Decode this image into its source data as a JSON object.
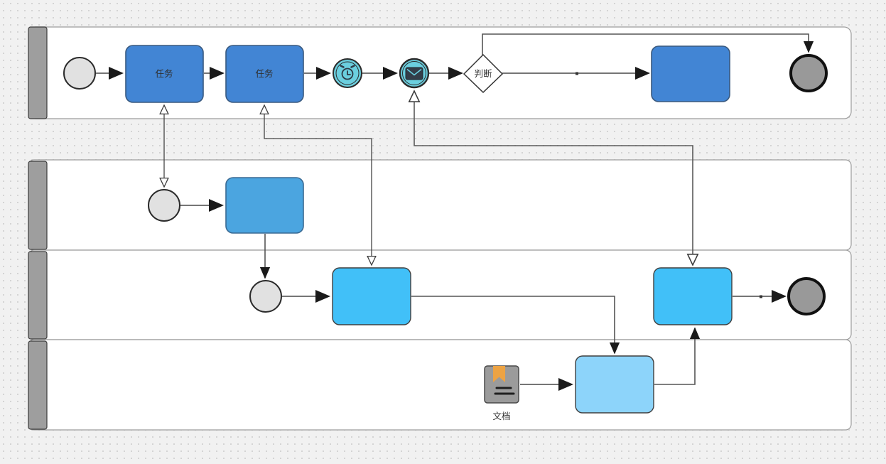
{
  "diagram": {
    "type": "bpmn-swimlane-flowchart",
    "lanes": [
      {
        "id": "lane-1",
        "label": ""
      },
      {
        "id": "lane-2",
        "label": ""
      },
      {
        "id": "lane-3",
        "label": ""
      },
      {
        "id": "lane-4",
        "label": ""
      }
    ],
    "nodes": {
      "task1_label": "任务",
      "task2_label": "任务",
      "gateway_label": "判断",
      "document_label": "文档"
    },
    "icons": [
      "start-event-icon",
      "timer-event-icon",
      "message-event-icon",
      "end-event-icon",
      "document-icon"
    ],
    "colors": {
      "task_blue": "#4285d4",
      "mid_blue": "#4ba5e0",
      "cyan_blue": "#41c0f8",
      "pale_blue": "#8dd4fa",
      "event_cyan": "#6bcfdf",
      "envelope_dark": "#333d49",
      "bookmark_orange": "#eda343",
      "doc_gray": "#9b9b9b",
      "lane_header_gray": "#9e9e9e",
      "lane_fill": "#ffffff",
      "start_fill": "#e1e1e1",
      "end_fill": "#999999",
      "line_gray": "#757575",
      "assoc_dark": "#444444"
    }
  }
}
